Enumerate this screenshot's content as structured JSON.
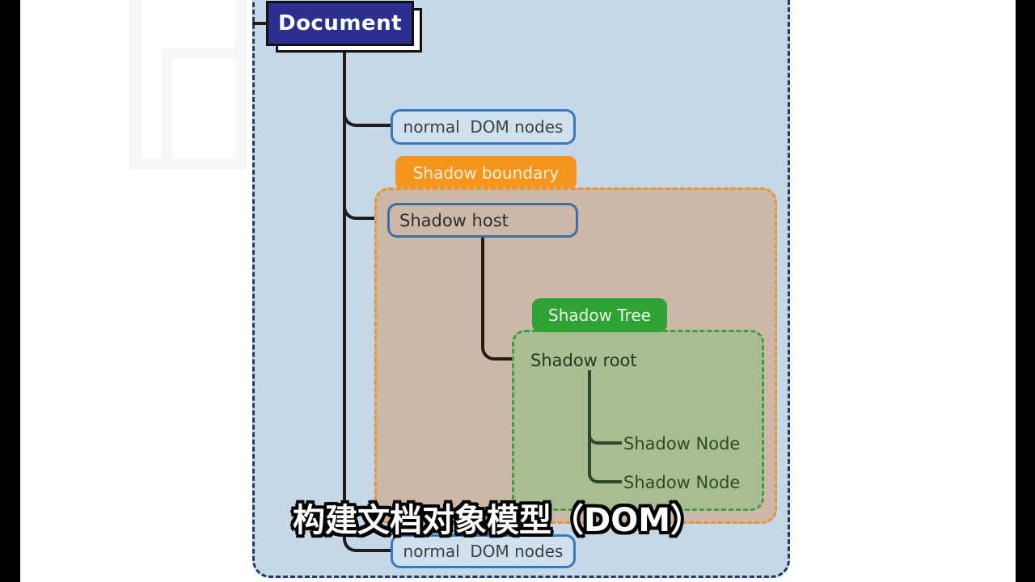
{
  "diagram": {
    "document_label": "Document",
    "normal_dom_nodes_top": "normal  DOM nodes",
    "shadow_boundary_label": "Shadow boundary",
    "shadow_host_label": "Shadow host",
    "shadow_tree_label": "Shadow Tree",
    "shadow_root_label": "Shadow root",
    "shadow_node_1": "Shadow Node",
    "shadow_node_2": "Shadow Node",
    "normal_dom_nodes_bottom": "normal  DOM nodes"
  },
  "subtitle": {
    "text": "构建文档对象模型（DOM）"
  },
  "colors": {
    "panel_background": "#c5d8e8",
    "panel_dashed_border": "#1e3a6e",
    "document_box": "#2b2f8e",
    "node_box_border": "#3b77bf",
    "node_box_fill": "#cfe1ef",
    "shadow_boundary_orange": "#f7941e",
    "orange_zone_fill": "#cdb7a6",
    "orange_zone_dash": "#e8952f",
    "shadow_host_border": "#3c6fa8",
    "shadow_tree_green": "#2fa235",
    "green_zone_fill": "#aabd92",
    "green_zone_dash": "#3f9e3f",
    "tree_line": "#1f1c1a",
    "inner_tree_line": "#2d4a26",
    "letterbox": "#000000",
    "subtitle_text": "#ffffff"
  }
}
